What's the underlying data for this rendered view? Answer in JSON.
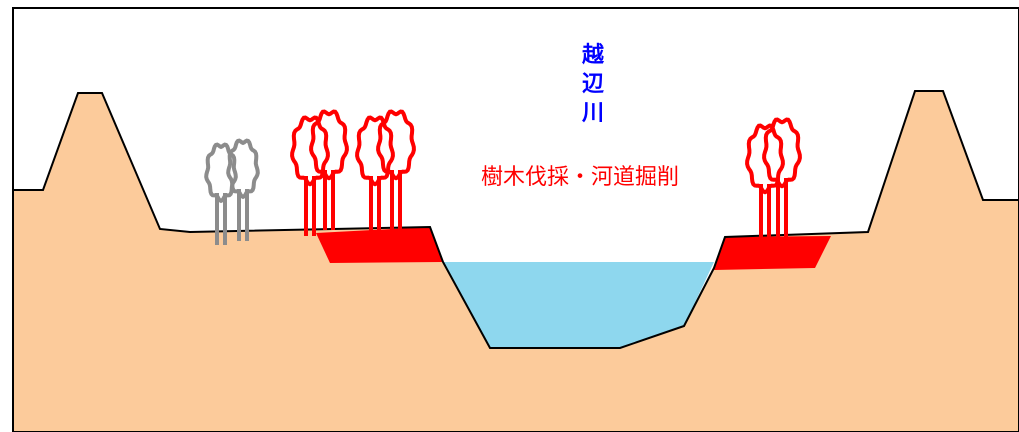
{
  "river_name": [
    "越",
    "辺",
    "川"
  ],
  "work_label": "樹木伐採・河道掘削",
  "colors": {
    "ground": "#FCCB9B",
    "water": "#8ED7EE",
    "excavation": "#FF0000",
    "tree_removed": "#FF0000",
    "tree_kept": "#8C8C8C",
    "outline": "#000000",
    "river_label": "#0000FF",
    "work_label": "#FF0000"
  }
}
